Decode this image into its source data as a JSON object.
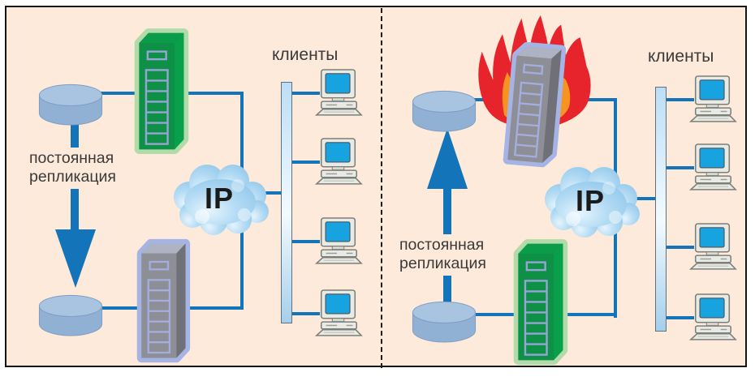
{
  "colors": {
    "background": "#fdeada",
    "connector_blue": "#1474ba",
    "flame_red": "#e7242b",
    "flame_orange": "#f79421",
    "server_green": "#0e9147",
    "server_gray": "#8e8e96",
    "glow_green": "#b3dbaa",
    "glow_periwinkle": "#a5b4e4",
    "disk_blue": "#a9c4e1",
    "cloud_blue": "#a8d3f0",
    "client_screen_blue": "#17a3df"
  },
  "icons": {
    "database-disk": "cylinder",
    "server-tower": "3d-tower-server",
    "ip-cloud": "cloud",
    "client-computer": "desktop-pc",
    "fire": "flames",
    "replication-arrow": "solid-triangle-arrow"
  },
  "left_panel": {
    "clients_label": "клиенты",
    "cloud_label": "IP",
    "replication_line1": "постоянная",
    "replication_line2": "репликация",
    "arrow_direction": "down",
    "client_count": 4,
    "top_server_style": "green-normal",
    "bottom_server_style": "gray-replica"
  },
  "right_panel": {
    "clients_label": "клиенты",
    "cloud_label": "IP",
    "replication_line1": "постоянная",
    "replication_line2": "репликация",
    "arrow_direction": "up",
    "client_count": 4,
    "top_server_style": "gray-on-fire",
    "bottom_server_style": "green-standby"
  }
}
